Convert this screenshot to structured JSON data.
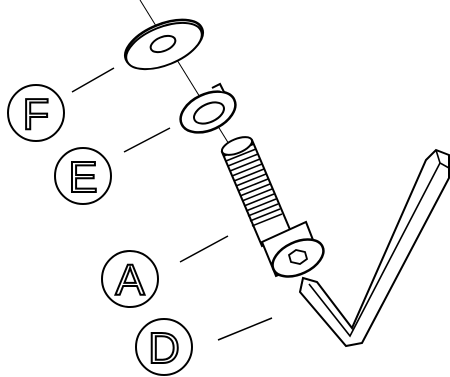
{
  "callouts": {
    "F": "F",
    "E": "E",
    "A": "A",
    "D": "D"
  },
  "parts": {
    "washer": "flat-washer",
    "lock_washer": "split-lock-washer",
    "bolt": "hex-socket-bolt",
    "key": "hex-key"
  },
  "colors": {
    "line": "#000000",
    "fill": "#ffffff",
    "shade": "#bfbfbf"
  }
}
